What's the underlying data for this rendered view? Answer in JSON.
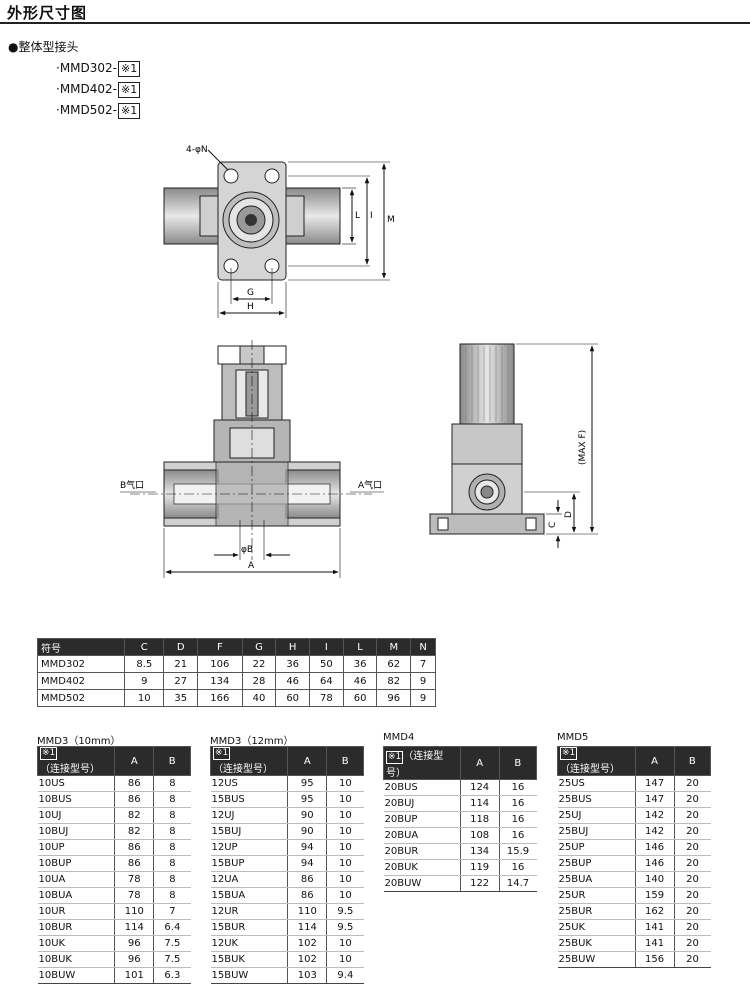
{
  "header": {
    "title": "外形尺寸图"
  },
  "section": {
    "label": "●整体型接头"
  },
  "models": [
    {
      "name": "·MMD302-",
      "mark": "※1"
    },
    {
      "name": "·MMD402-",
      "mark": "※1"
    },
    {
      "name": "·MMD502-",
      "mark": "※1"
    }
  ],
  "drawing_labels": {
    "holes": "4-φN",
    "g": "G",
    "h": "H",
    "l": "L",
    "i": "I",
    "m": "M",
    "b_port": "B气口",
    "a_port": "A气口",
    "phi_b": "φB",
    "a": "A",
    "max_f": "(MAX F)",
    "c": "C",
    "d": "D"
  },
  "dim_table": {
    "headers": [
      "符号",
      "C",
      "D",
      "F",
      "G",
      "H",
      "I",
      "L",
      "M",
      "N"
    ],
    "rows": [
      [
        "MMD302",
        "8.5",
        "21",
        "106",
        "22",
        "36",
        "50",
        "36",
        "62",
        "7"
      ],
      [
        "MMD402",
        "9",
        "27",
        "134",
        "28",
        "46",
        "64",
        "46",
        "82",
        "9"
      ],
      [
        "MMD502",
        "10",
        "35",
        "166",
        "40",
        "60",
        "78",
        "60",
        "96",
        "9"
      ]
    ]
  },
  "acc_tables": [
    {
      "title": "MMD3（10mm）",
      "mark": "※1",
      "header_label": "（连接型号）",
      "col_a": "A",
      "col_b": "B",
      "rows": [
        [
          "10US",
          "86",
          "8"
        ],
        [
          "10BUS",
          "86",
          "8"
        ],
        [
          "10UJ",
          "82",
          "8"
        ],
        [
          "10BUJ",
          "82",
          "8"
        ],
        [
          "10UP",
          "86",
          "8"
        ],
        [
          "10BUP",
          "86",
          "8"
        ],
        [
          "10UA",
          "78",
          "8"
        ],
        [
          "10BUA",
          "78",
          "8"
        ],
        [
          "10UR",
          "110",
          "7"
        ],
        [
          "10BUR",
          "114",
          "6.4"
        ],
        [
          "10UK",
          "96",
          "7.5"
        ],
        [
          "10BUK",
          "96",
          "7.5"
        ],
        [
          "10BUW",
          "101",
          "6.3"
        ]
      ]
    },
    {
      "title": "MMD3（12mm）",
      "mark": "※1",
      "header_label": "（连接型号）",
      "col_a": "A",
      "col_b": "B",
      "rows": [
        [
          "12US",
          "95",
          "10"
        ],
        [
          "15BUS",
          "95",
          "10"
        ],
        [
          "12UJ",
          "90",
          "10"
        ],
        [
          "15BUJ",
          "90",
          "10"
        ],
        [
          "12UP",
          "94",
          "10"
        ],
        [
          "15BUP",
          "94",
          "10"
        ],
        [
          "12UA",
          "86",
          "10"
        ],
        [
          "15BUA",
          "86",
          "10"
        ],
        [
          "12UR",
          "110",
          "9.5"
        ],
        [
          "15BUR",
          "114",
          "9.5"
        ],
        [
          "12UK",
          "102",
          "10"
        ],
        [
          "15BUK",
          "102",
          "10"
        ],
        [
          "15BUW",
          "103",
          "9.4"
        ]
      ]
    },
    {
      "title": "MMD4",
      "mark": "※1",
      "header_label": "（连接型号）",
      "col_a": "A",
      "col_b": "B",
      "rows": [
        [
          "20BUS",
          "124",
          "16"
        ],
        [
          "20BUJ",
          "114",
          "16"
        ],
        [
          "20BUP",
          "118",
          "16"
        ],
        [
          "20BUA",
          "108",
          "16"
        ],
        [
          "20BUR",
          "134",
          "15.9"
        ],
        [
          "20BUK",
          "119",
          "16"
        ],
        [
          "20BUW",
          "122",
          "14.7"
        ]
      ]
    },
    {
      "title": "MMD5",
      "mark": "※1",
      "header_label": "（连接型号）",
      "col_a": "A",
      "col_b": "B",
      "rows": [
        [
          "25US",
          "147",
          "20"
        ],
        [
          "25BUS",
          "147",
          "20"
        ],
        [
          "25UJ",
          "142",
          "20"
        ],
        [
          "25BUJ",
          "142",
          "20"
        ],
        [
          "25UP",
          "146",
          "20"
        ],
        [
          "25BUP",
          "146",
          "20"
        ],
        [
          "25BUA",
          "140",
          "20"
        ],
        [
          "25UR",
          "159",
          "20"
        ],
        [
          "25BUR",
          "162",
          "20"
        ],
        [
          "25UK",
          "141",
          "20"
        ],
        [
          "25BUK",
          "141",
          "20"
        ],
        [
          "25BUW",
          "156",
          "20"
        ]
      ]
    }
  ]
}
